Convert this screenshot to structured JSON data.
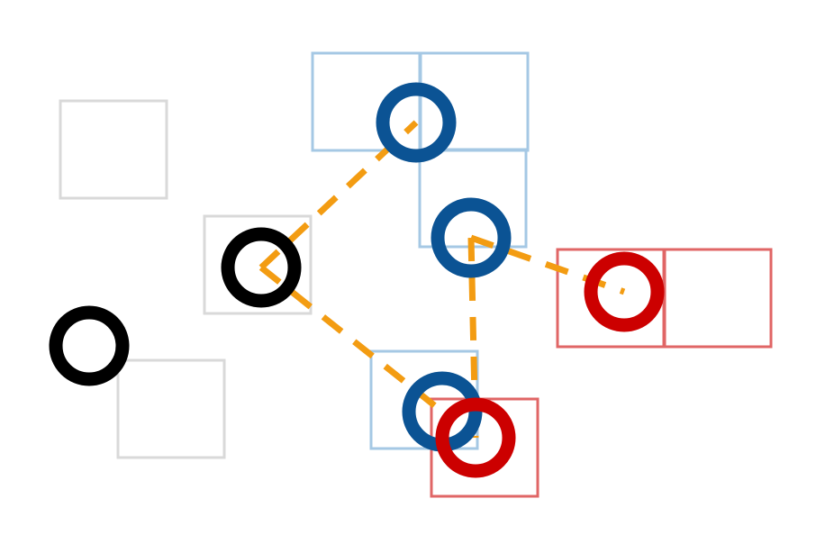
{
  "colors": {
    "background": "#ffffff",
    "gray_box": "#d9d9d9",
    "blue_box": "#a5c8e4",
    "red_box": "#e06666",
    "black_node": "#000000",
    "blue_node": "#0b5394",
    "red_node": "#cc0000",
    "link": "#f39c12"
  },
  "legend": [],
  "nodes": [
    {
      "id": "black-node-1",
      "category": "black"
    },
    {
      "id": "black-node-2",
      "category": "black"
    },
    {
      "id": "blue-node-1",
      "category": "blue"
    },
    {
      "id": "blue-node-2",
      "category": "blue"
    },
    {
      "id": "blue-node-3",
      "category": "blue"
    },
    {
      "id": "red-node-1",
      "category": "red"
    },
    {
      "id": "red-node-2",
      "category": "red"
    }
  ],
  "boxes": [
    {
      "id": "gray-box-1",
      "category": "gray"
    },
    {
      "id": "gray-box-2",
      "category": "gray"
    },
    {
      "id": "gray-box-3",
      "category": "gray"
    },
    {
      "id": "blue-box-1",
      "category": "blue"
    },
    {
      "id": "blue-box-2",
      "category": "blue"
    },
    {
      "id": "blue-box-3",
      "category": "blue"
    },
    {
      "id": "blue-box-4",
      "category": "blue"
    },
    {
      "id": "red-box-1",
      "category": "red"
    },
    {
      "id": "red-box-2",
      "category": "red"
    },
    {
      "id": "red-box-3",
      "category": "red"
    }
  ],
  "links": [
    {
      "from": "black-node-2",
      "to": "blue-node-1"
    },
    {
      "from": "black-node-2",
      "to": "blue-node-3"
    },
    {
      "from": "blue-node-2",
      "to": "red-node-1"
    },
    {
      "from": "blue-node-2",
      "to": "red-node-2"
    }
  ]
}
